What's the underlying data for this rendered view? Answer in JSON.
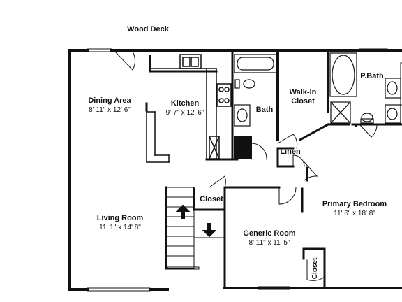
{
  "plan": {
    "outside": {
      "deck": "Wood Deck"
    },
    "rooms": {
      "dining": {
        "name": "Dining Area",
        "dims": "8' 11\" x 12' 6\""
      },
      "kitchen": {
        "name": "Kitchen",
        "dims": "9' 7\" x 12' 6\""
      },
      "bath": {
        "name": "Bath"
      },
      "walkin": {
        "name_line1": "Walk-In",
        "name_line2": "Closet"
      },
      "pbath": {
        "name": "P.Bath"
      },
      "linen": {
        "name": "Linen"
      },
      "closet_hall": {
        "name": "Closet"
      },
      "living": {
        "name": "Living Room",
        "dims": "11' 1\" x 14' 8\""
      },
      "primary": {
        "name": "Primary Bedroom",
        "dims": "11' 6\" x 18' 8\""
      },
      "generic": {
        "name": "Generic Room",
        "dims": "8' 11\" x 11' 5\""
      },
      "closet_generic": {
        "name": "Closet"
      }
    }
  }
}
